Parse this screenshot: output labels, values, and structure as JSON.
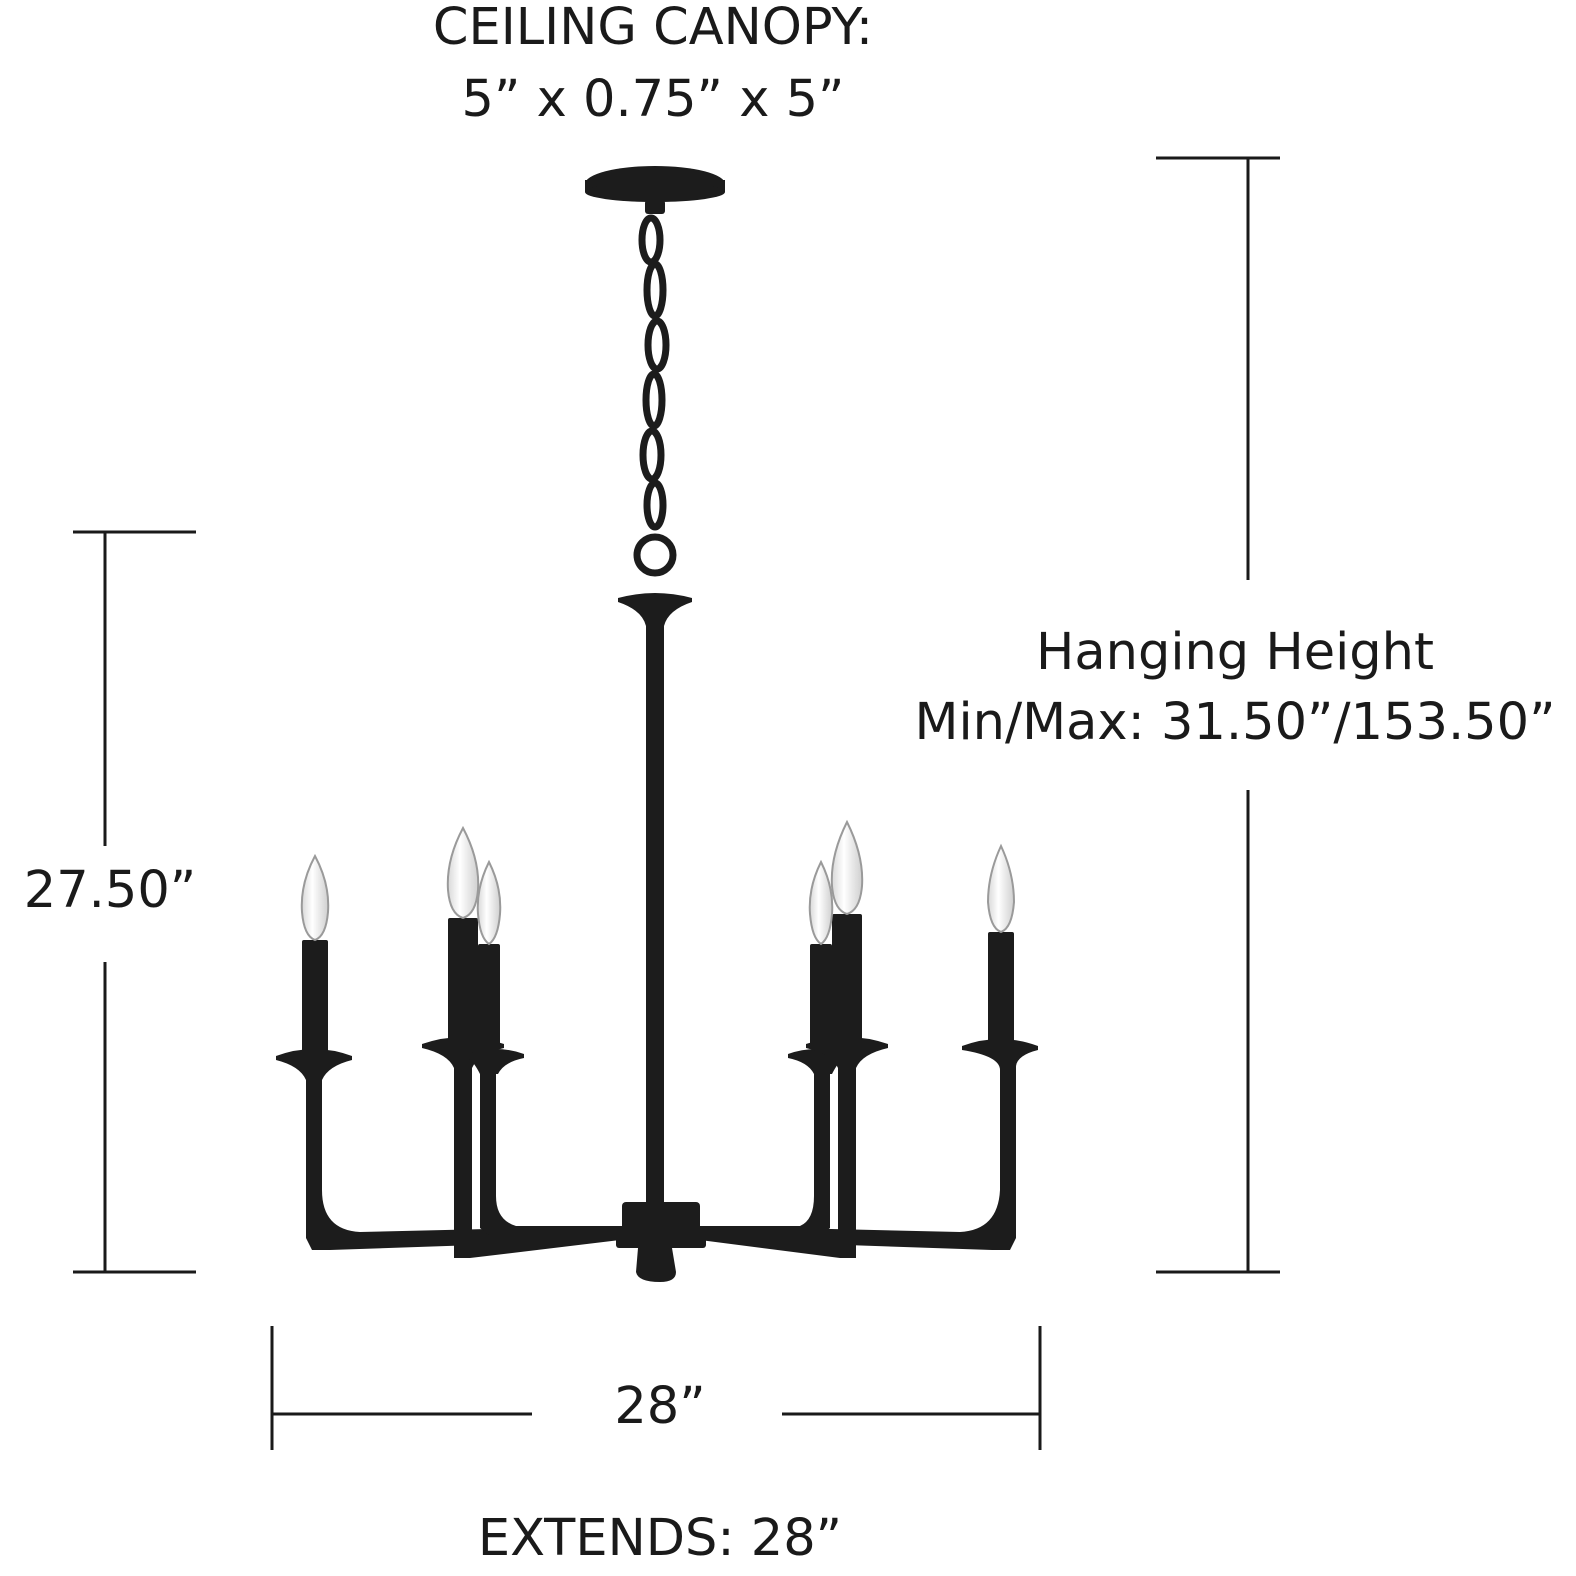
{
  "canopy": {
    "title": "CEILING CANOPY:",
    "dimensions": "5” x 0.75” x 5”"
  },
  "hanging_height": {
    "title": "Hanging Height",
    "value": "Min/Max: 31.50”/153.50”"
  },
  "fixture_height": "27.50”",
  "fixture_width": "28”",
  "extends": "EXTENDS: 28”",
  "colors": {
    "line": "#1a1a1a",
    "metal": "#1c1c1c",
    "bulb": "#f2f2f2"
  }
}
